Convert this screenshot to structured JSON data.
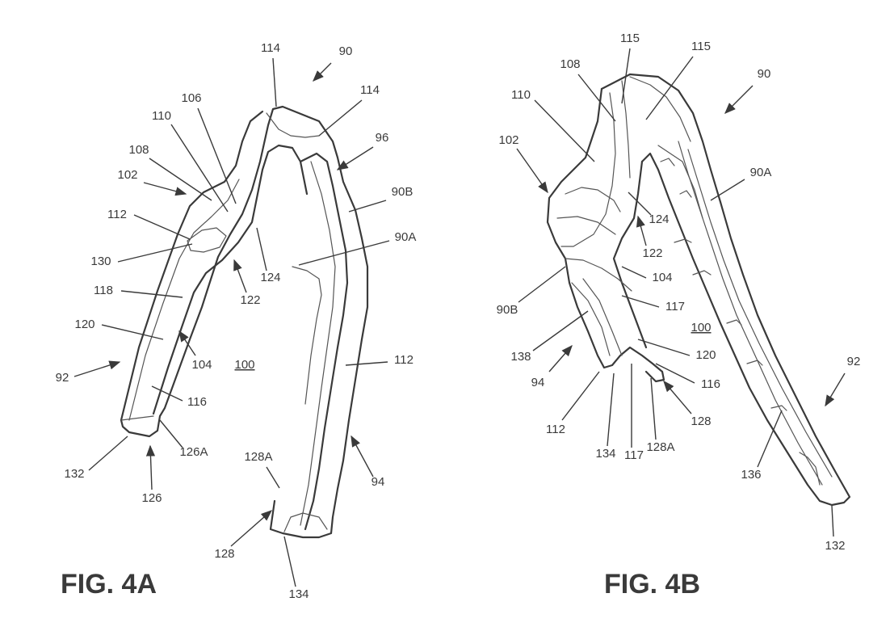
{
  "figures": [
    {
      "title": "FIG. 4A",
      "labels": [
        "114",
        "90",
        "114",
        "106",
        "110",
        "96",
        "108",
        "102",
        "90B",
        "112",
        "90A",
        "130",
        "124",
        "118",
        "122",
        "120",
        "104",
        "100",
        "112",
        "92",
        "116",
        "126A",
        "132",
        "128A",
        "126",
        "94",
        "128",
        "134"
      ]
    },
    {
      "title": "FIG. 4B",
      "labels": [
        "115",
        "115",
        "108",
        "90",
        "110",
        "102",
        "90A",
        "124",
        "122",
        "104",
        "90B",
        "117",
        "100",
        "138",
        "120",
        "94",
        "116",
        "92",
        "112",
        "128",
        "134",
        "117",
        "128A",
        "136",
        "132"
      ]
    }
  ],
  "colors": {
    "ink": "#3a3a3a",
    "background": "#ffffff"
  }
}
